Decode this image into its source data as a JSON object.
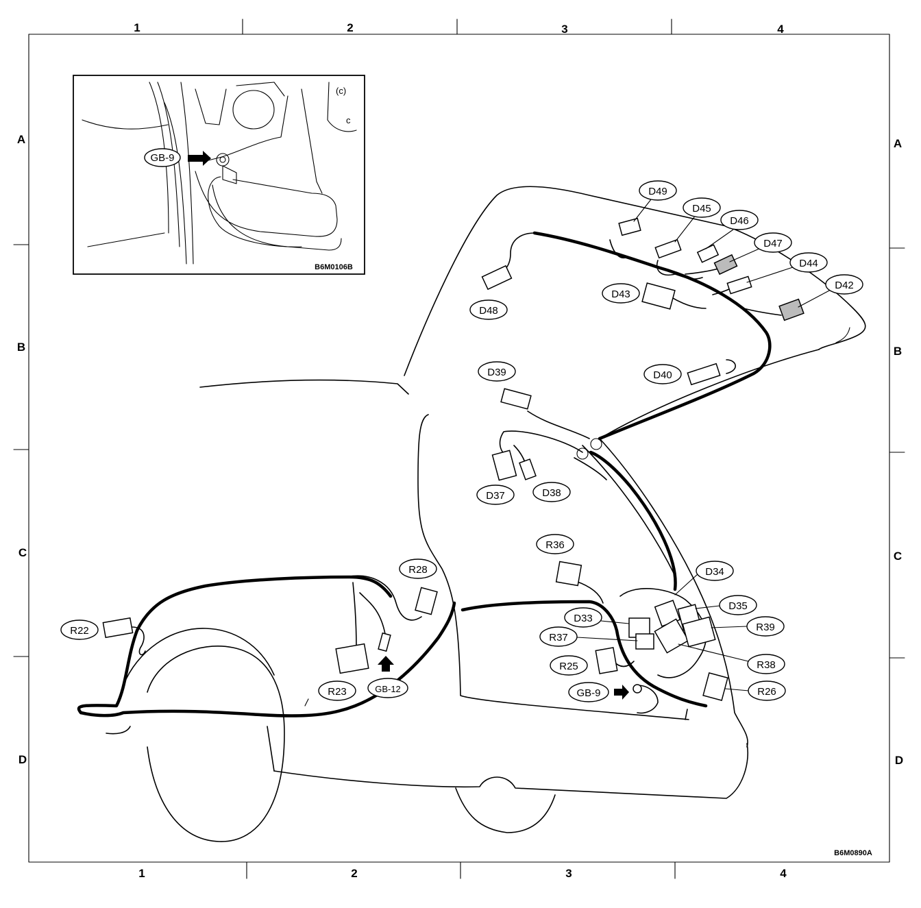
{
  "grid": {
    "columns": [
      "1",
      "2",
      "3",
      "4"
    ],
    "rows": [
      "A",
      "B",
      "C",
      "D"
    ]
  },
  "inset": {
    "callout": "GB-9",
    "code": "B6M0106B"
  },
  "figure_code": "B6M0890A",
  "connectors": {
    "D49": "D49",
    "D45": "D45",
    "D46": "D46",
    "D47": "D47",
    "D44": "D44",
    "D42": "D42",
    "D43": "D43",
    "D48": "D48",
    "D39": "D39",
    "D40": "D40",
    "D37": "D37",
    "D38": "D38",
    "R36": "R36",
    "R28": "R28",
    "D34": "D34",
    "D35": "D35",
    "D33": "D33",
    "R39": "R39",
    "R37": "R37",
    "R38": "R38",
    "R25": "R25",
    "GB9": "GB-9",
    "R26": "R26",
    "R22": "R22",
    "R23": "R23",
    "GB12": "GB-12"
  },
  "icons": [
    "arrow-icon",
    "ground-terminal-icon",
    "connector-icon"
  ]
}
